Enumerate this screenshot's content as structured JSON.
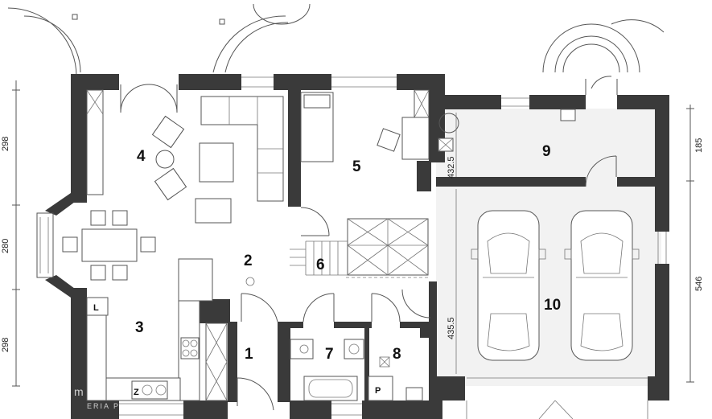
{
  "rooms": [
    {
      "id": "4",
      "label": "4"
    },
    {
      "id": "5",
      "label": "5"
    },
    {
      "id": "9",
      "label": "9"
    },
    {
      "id": "2",
      "label": "2"
    },
    {
      "id": "6",
      "label": "6"
    },
    {
      "id": "3",
      "label": "3"
    },
    {
      "id": "1",
      "label": "1"
    },
    {
      "id": "7",
      "label": "7"
    },
    {
      "id": "8",
      "label": "8"
    },
    {
      "id": "10",
      "label": "10"
    }
  ],
  "dimensions": {
    "left": [
      "298",
      "280",
      "298"
    ],
    "right": [
      "185",
      "546"
    ],
    "inner": [
      "432.5",
      "435.5"
    ]
  },
  "fixture_labels": {
    "L": "L",
    "Z": "Z",
    "P": "P"
  },
  "watermark": "m",
  "watermark_sub": "ERIA P"
}
